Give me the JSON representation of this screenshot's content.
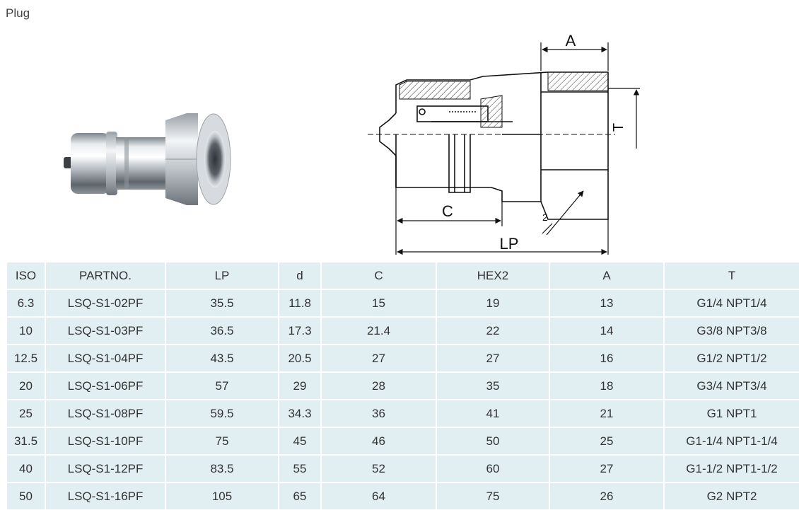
{
  "title": "Plug",
  "drawing": {
    "label_a": "A",
    "label_t": "T",
    "label_c": "C",
    "label_lp": "LP",
    "label_hex": "2"
  },
  "table": {
    "headers": [
      "ISO",
      "PARTNO.",
      "LP",
      "d",
      "C",
      "HEX2",
      "A",
      "T"
    ],
    "rows": [
      [
        "6.3",
        "LSQ-S1-02PF",
        "35.5",
        "11.8",
        "15",
        "19",
        "13",
        "G1/4 NPT1/4"
      ],
      [
        "10",
        "LSQ-S1-03PF",
        "36.5",
        "17.3",
        "21.4",
        "22",
        "14",
        "G3/8 NPT3/8"
      ],
      [
        "12.5",
        "LSQ-S1-04PF",
        "43.5",
        "20.5",
        "27",
        "27",
        "16",
        "G1/2 NPT1/2"
      ],
      [
        "20",
        "LSQ-S1-06PF",
        "57",
        "29",
        "28",
        "35",
        "18",
        "G3/4 NPT3/4"
      ],
      [
        "25",
        "LSQ-S1-08PF",
        "59.5",
        "34.3",
        "36",
        "41",
        "21",
        "G1 NPT1"
      ],
      [
        "31.5",
        "LSQ-S1-10PF",
        "75",
        "45",
        "46",
        "50",
        "25",
        "G1-1/4 NPT1-1/4"
      ],
      [
        "40",
        "LSQ-S1-12PF",
        "83.5",
        "55",
        "52",
        "60",
        "27",
        "G1-1/2 NPT1-1/2"
      ],
      [
        "50",
        "LSQ-S1-16PF",
        "105",
        "65",
        "64",
        "75",
        "26",
        "G2 NPT2"
      ]
    ]
  }
}
